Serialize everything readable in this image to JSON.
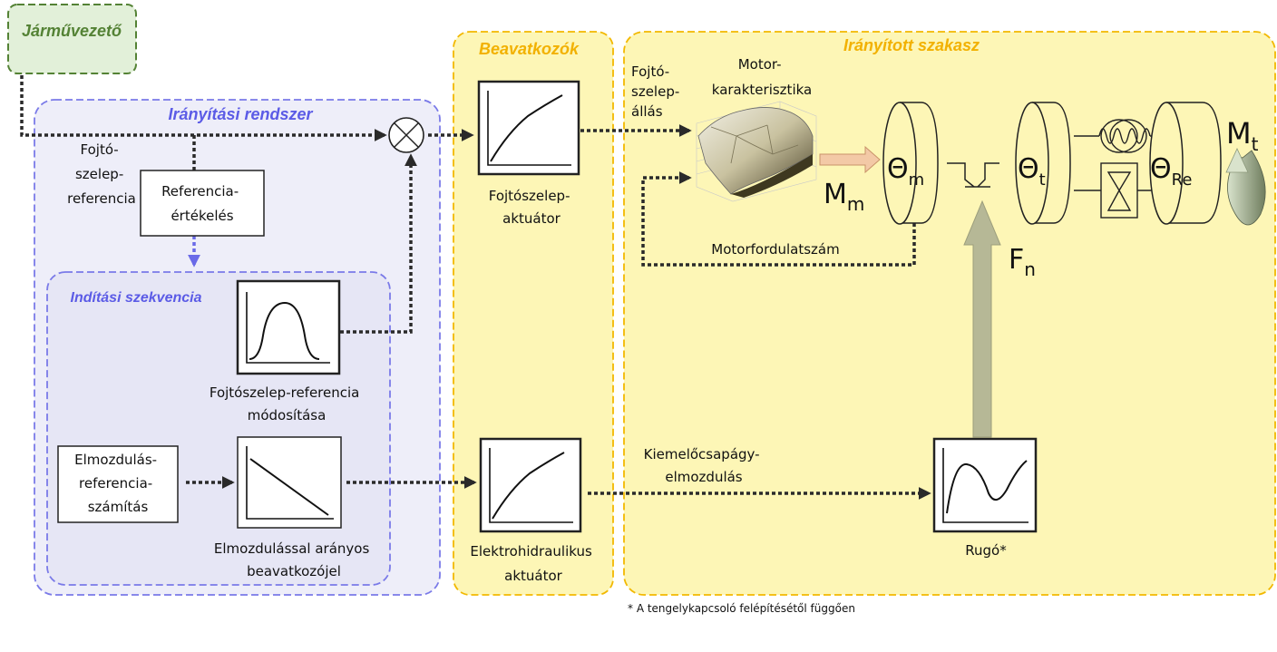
{
  "regions": {
    "driver": "Járművezető",
    "control_system": "Irányítási rendszer",
    "start_sequence": "Indítási szekvencia",
    "actuators": "Beavatkozók",
    "controlled_plant": "Irányított szakasz"
  },
  "blocks": {
    "throttle_ref_label": [
      "Fojtó-",
      "szelep-",
      "referencia"
    ],
    "ref_eval": [
      "Referencia-",
      "értékelés"
    ],
    "throttle_ref_mod": [
      "Fojtószelep-referencia",
      "módosítása"
    ],
    "disp_ref_calc": [
      "Elmozdulás-",
      "referencia-",
      "számítás"
    ],
    "disp_prop_signal": [
      "Elmozdulással arányos",
      "beavatkozójel"
    ],
    "throttle_actuator": [
      "Fojtószelep-",
      "aktuátor"
    ],
    "electrohydraulic_actuator": [
      "Elektrohidraulikus",
      "aktuátor"
    ],
    "throttle_position": [
      "Fojtó-",
      "szelep-",
      "állás"
    ],
    "engine_map": [
      "Motor-",
      "karakterisztika"
    ],
    "engine_speed": "Motorfordulatszám",
    "bearing_disp": [
      "Kiemelőcsapágy-",
      "elmozdulás"
    ],
    "spring": "Rugó*"
  },
  "symbols": {
    "theta_m": "Θ",
    "theta_m_sub": "m",
    "theta_t": "Θ",
    "theta_t_sub": "t",
    "theta_re": "Θ",
    "theta_re_sub": "Re",
    "mm": "M",
    "mm_sub": "m",
    "mt": "M",
    "mt_sub": "t",
    "fn": "F",
    "fn_sub": "n"
  },
  "footnote": "* A tengelykapcsoló felépítésétől függően",
  "colors": {
    "driver_fill": "#e2f0d9",
    "driver_stroke": "#548235",
    "driver_text": "#548235",
    "blue_fill": "#eeeef9",
    "blue_inner_fill": "#e6e6f5",
    "blue_stroke": "#7a7ae8",
    "blue_text": "#5b5be6",
    "yellow_fill": "#fdf6b6",
    "yellow_stroke": "#f2b800",
    "yellow_text": "#f2b100",
    "signal": "#2a2a2a",
    "arrow_olive": "#b6b896",
    "arrow_peach": "#f3c9a6",
    "brown_text": "#a0663b",
    "green_grey": "#6f7d5e"
  }
}
